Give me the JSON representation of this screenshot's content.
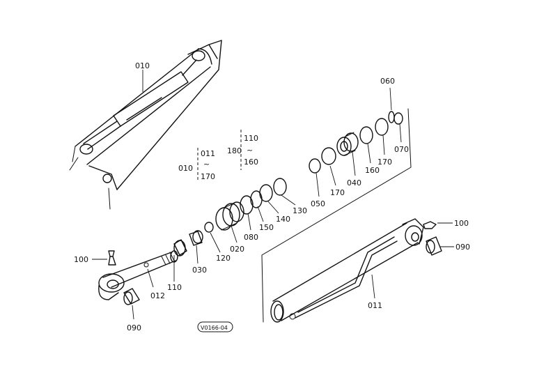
{
  "diagram": {
    "drawing_code": "V0166-04",
    "parts": {
      "p010": "010",
      "p011": "011",
      "p012": "012",
      "p020": "020",
      "p030": "030",
      "p040": "040",
      "p050": "050",
      "p060": "060",
      "p070": "070",
      "p080": "080",
      "p090_left": "090",
      "p090_right": "090",
      "p100_left": "100",
      "p100_right": "100",
      "p110": "110",
      "p120": "120",
      "p130": "130",
      "p140": "140",
      "p150": "150",
      "p160": "160",
      "p170_a": "170",
      "p170_b": "170"
    },
    "groups": {
      "g010_label": "010",
      "g010_from": "011",
      "g010_tilde": "~",
      "g010_to": "170",
      "g180_label": "180",
      "g180_from": "110",
      "g180_tilde": "~",
      "g180_to": "160"
    }
  }
}
